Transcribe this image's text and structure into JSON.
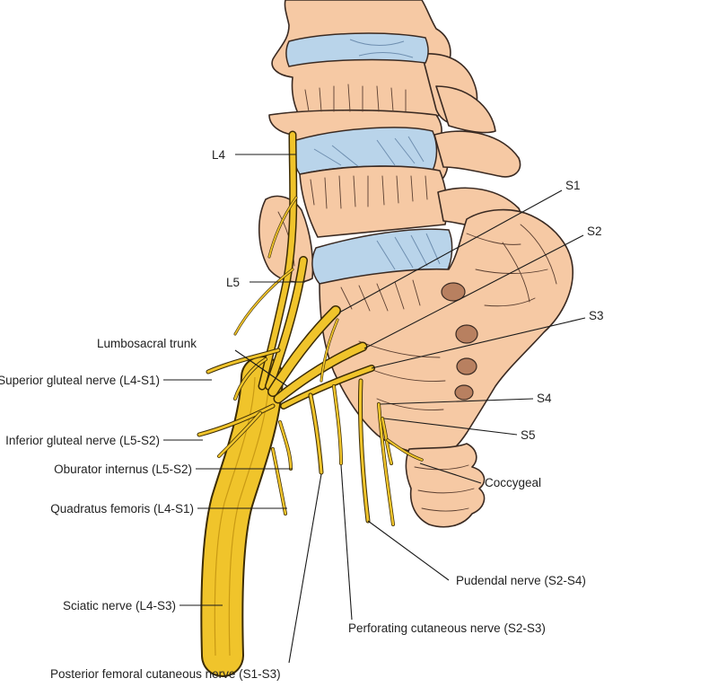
{
  "colors": {
    "bone": "#f6c9a4",
    "disc": "#b9d4ea",
    "nerve": "#f0c42b",
    "outline": "#3a2a22"
  },
  "labels": {
    "l4": "L4",
    "l5": "L5",
    "s1": "S1",
    "s2": "S2",
    "s3": "S3",
    "s4": "S4",
    "s5": "S5",
    "coccygeal": "Coccygeal",
    "lumbosacral_trunk": "Lumbosacral trunk",
    "superior_gluteal": "Superior gluteal nerve (L4-S1)",
    "inferior_gluteal": "Inferior gluteal nerve (L5-S2)",
    "obturator_internus": "Oburator internus (L5-S2)",
    "quadratus_femoris": "Quadratus femoris (L4-S1)",
    "sciatic": "Sciatic nerve (L4-S3)",
    "pudendal": "Pudendal nerve (S2-S4)",
    "perforating_cutaneous": "Perforating cutaneous nerve (S2-S3)",
    "posterior_femoral_cutaneous": "Posterior femoral cutaneous nerve (S1-S3)"
  }
}
